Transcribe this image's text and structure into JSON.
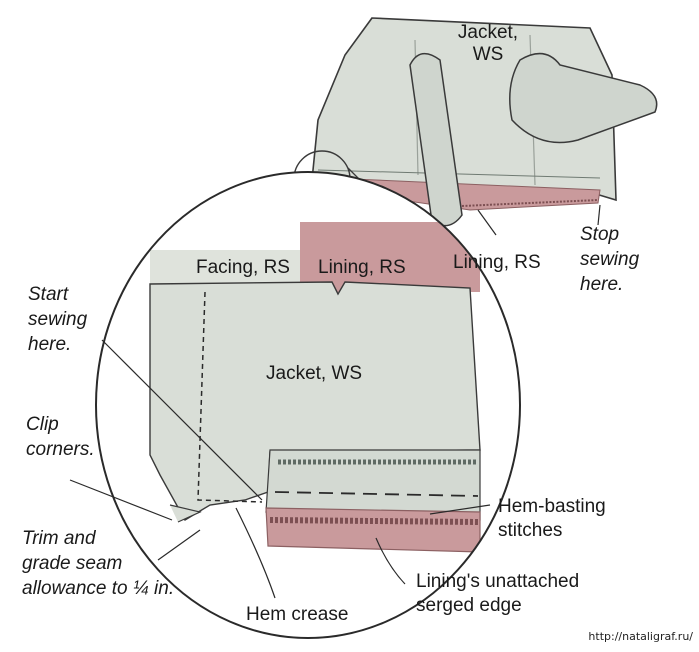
{
  "labels": {
    "jacket_top_l1": "Jacket,",
    "jacket_top_l2": "WS",
    "lining_rs_top": "Lining, RS",
    "stop_l1": "Stop",
    "stop_l2": "sewing",
    "stop_l3": "here.",
    "facing_rs": "Facing, RS",
    "lining_rs_mag": "Lining, RS",
    "start_l1": "Start",
    "start_l2": "sewing",
    "start_l3": "here.",
    "jacket_ws_mag": "Jacket, WS",
    "clip_l1": "Clip",
    "clip_l2": "corners.",
    "trim_l1": "Trim and",
    "trim_l2": "grade seam",
    "trim_l3": "allowance to ¼ in.",
    "hem_basting_l1": "Hem-basting",
    "hem_basting_l2": "stitches",
    "linings_l1": "Lining's unattached",
    "linings_l2": "serged edge",
    "hem_crease": "Hem crease",
    "watermark": "http://nataligraf.ru/"
  },
  "colors": {
    "fabric": "#d9ded7",
    "fabric_shadow": "#b9c0b8",
    "lining": "#c99a9c",
    "lining_dark": "#a87679",
    "outline": "#3a3a3a"
  }
}
